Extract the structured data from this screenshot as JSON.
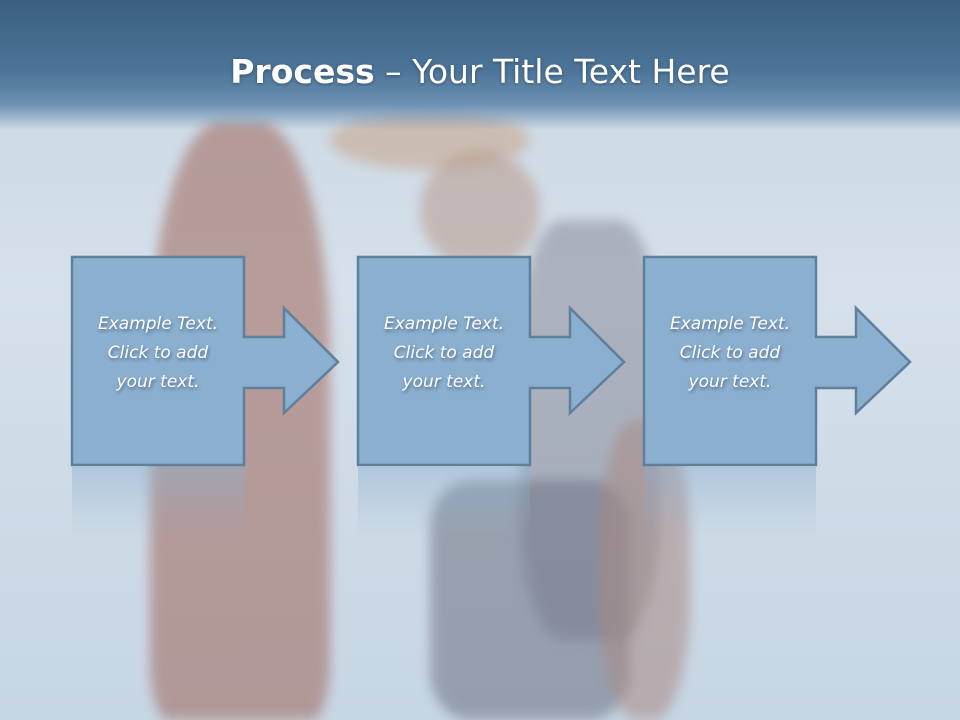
{
  "title": {
    "bold": "Process",
    "rest": " – Your Title Text Here"
  },
  "steps": [
    {
      "lines": [
        "Example Text.",
        "Click  to add",
        "your text."
      ]
    },
    {
      "lines": [
        "Example Text.",
        "Click  to add",
        "your text."
      ]
    },
    {
      "lines": [
        "Example Text.",
        "Click  to add",
        "your text."
      ]
    }
  ],
  "colors": {
    "shape_fill": "#8bafcf",
    "shape_border": "#5f7f9c",
    "header": "#3b5f80"
  }
}
